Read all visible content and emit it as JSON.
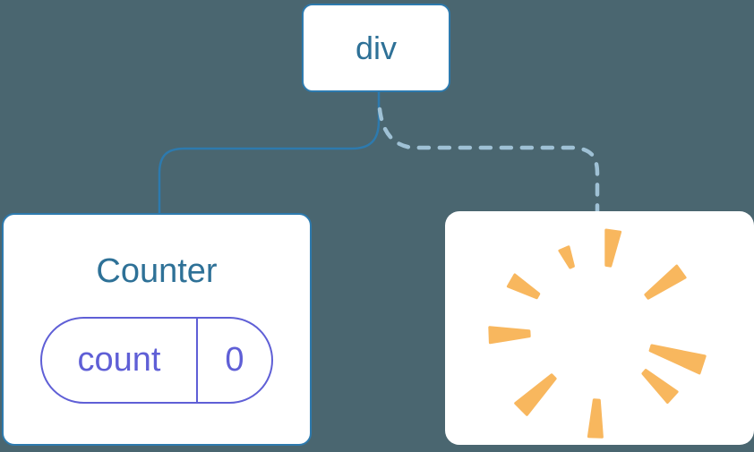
{
  "colors": {
    "background": "#4a6670",
    "card_background": "#ffffff",
    "node_border": "#2d7aae",
    "node_text": "#2e7197",
    "state_accent": "#5f5fd6",
    "solid_link": "#2d7aae",
    "dashed_link": "#9fc1d5",
    "poof": "#f8b75e"
  },
  "tree": {
    "root": {
      "label": "div"
    },
    "children": [
      {
        "title": "Counter",
        "state": {
          "key": "count",
          "value": "0"
        },
        "link_style": "solid"
      },
      {
        "icon": "poof-icon",
        "link_style": "dashed"
      }
    ]
  }
}
